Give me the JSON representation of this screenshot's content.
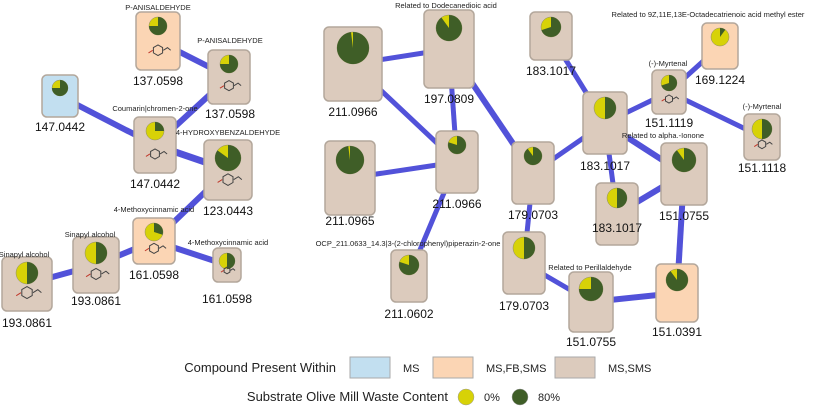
{
  "colors": {
    "MS": "#c2dff0",
    "MS,FB,SMS": "#fbd5b4",
    "MS,SMS": "#dccbbd",
    "pct_0": "#d7d207",
    "pct_80": "#3f5e27",
    "edge": "#5252d9"
  },
  "nodes": [
    {
      "id": "n1",
      "title": "P-ANISALDEHYDE",
      "mass": "137.0598",
      "group": "MS,FB,SMS",
      "green_fraction": 0.75,
      "structure": true
    },
    {
      "id": "n2",
      "title": "P-ANISALDEHYDE",
      "mass": "137.0598",
      "group": "MS,SMS",
      "green_fraction": 0.75,
      "structure": true
    },
    {
      "id": "n3",
      "title": "",
      "mass": "147.0442",
      "group": "MS",
      "green_fraction": 0.75,
      "structure": false
    },
    {
      "id": "n4",
      "title": "Coumarin|chromen-2-one",
      "mass": "147.0442",
      "group": "MS,SMS",
      "green_fraction": 0.25,
      "structure": true
    },
    {
      "id": "n5",
      "title": "4-HYDROXYBENZALDEHYDE",
      "mass": "123.0443",
      "group": "MS,SMS",
      "green_fraction": 0.85,
      "structure": true
    },
    {
      "id": "n6",
      "title": "4-Methoxycinnamic acid",
      "mass": "161.0598",
      "group": "MS,FB,SMS",
      "green_fraction": 0.3,
      "structure": true
    },
    {
      "id": "n7",
      "title": "4-Methoxycinnamic acid",
      "mass": "161.0598",
      "group": "MS,SMS",
      "green_fraction": 0.5,
      "structure": true
    },
    {
      "id": "n8",
      "title": "Sinapyl alcohol",
      "mass": "193.0861",
      "group": "MS,SMS",
      "green_fraction": 0.5,
      "structure": true
    },
    {
      "id": "n9",
      "title": "Sinapyl alcohol",
      "mass": "193.0861",
      "group": "MS,SMS",
      "green_fraction": 0.5,
      "structure": true
    },
    {
      "id": "n10",
      "title": "",
      "mass": "211.0966",
      "group": "MS,SMS",
      "green_fraction": 0.98,
      "structure": false
    },
    {
      "id": "n11",
      "title": "Related to Dodecanedioic acid",
      "mass": "197.0809",
      "group": "MS,SMS",
      "green_fraction": 0.9,
      "structure": false
    },
    {
      "id": "n12",
      "title": "",
      "mass": "211.0965",
      "group": "MS,SMS",
      "green_fraction": 0.98,
      "structure": false
    },
    {
      "id": "n13",
      "title": "",
      "mass": "211.0966",
      "group": "MS,SMS",
      "green_fraction": 0.8,
      "structure": false
    },
    {
      "id": "n14",
      "title": "OCP_211.0633_14.3|3-(2-chlorophenyl)piperazin-2-one",
      "mass": "211.0602",
      "group": "MS,SMS",
      "green_fraction": 0.8,
      "structure": false
    },
    {
      "id": "n15",
      "title": "",
      "mass": "183.1017",
      "group": "MS,SMS",
      "green_fraction": 0.7,
      "structure": false
    },
    {
      "id": "n16",
      "title": "",
      "mass": "179.0703",
      "group": "MS,SMS",
      "green_fraction": 0.9,
      "structure": false
    },
    {
      "id": "n17",
      "title": "",
      "mass": "183.1017",
      "group": "MS,SMS",
      "green_fraction": 0.5,
      "structure": false
    },
    {
      "id": "n18",
      "title": "",
      "mass": "179.0703",
      "group": "MS,SMS",
      "green_fraction": 0.5,
      "structure": false
    },
    {
      "id": "n19",
      "title": "Related to Perillaldehyde",
      "mass": "151.0755",
      "group": "MS,SMS",
      "green_fraction": 0.75,
      "structure": false
    },
    {
      "id": "n20",
      "title": "",
      "mass": "183.1017",
      "group": "MS,SMS",
      "green_fraction": 0.5,
      "structure": false
    },
    {
      "id": "n21",
      "title": "Related to alpha.-Ionone",
      "mass": "151.0755",
      "group": "MS,SMS",
      "green_fraction": 0.9,
      "structure": false
    },
    {
      "id": "n22",
      "title": "",
      "mass": "151.0391",
      "group": "MS,FB,SMS",
      "green_fraction": 0.9,
      "structure": false
    },
    {
      "id": "n23",
      "title": "(-)-Myrtenal",
      "mass": "151.1119",
      "group": "MS,SMS",
      "green_fraction": 0.7,
      "structure": true
    },
    {
      "id": "n24",
      "title": "Related to 9Z,11E,13E-Octadecatrienoic acid methyl ester",
      "mass": "169.1224",
      "group": "MS,FB,SMS",
      "green_fraction": 0.1,
      "structure": false
    },
    {
      "id": "n25",
      "title": "(-)-Myrtenal",
      "mass": "151.1118",
      "group": "MS,SMS",
      "green_fraction": 0.5,
      "structure": true
    }
  ],
  "edges": [
    [
      "n1",
      "n2"
    ],
    [
      "n3",
      "n4"
    ],
    [
      "n4",
      "n2"
    ],
    [
      "n4",
      "n5"
    ],
    [
      "n6",
      "n5"
    ],
    [
      "n6",
      "n7"
    ],
    [
      "n6",
      "n8"
    ],
    [
      "n8",
      "n9"
    ],
    [
      "n10",
      "n11"
    ],
    [
      "n10",
      "n13"
    ],
    [
      "n11",
      "n13"
    ],
    [
      "n12",
      "n13"
    ],
    [
      "n13",
      "n14"
    ],
    [
      "n11",
      "n16"
    ],
    [
      "n16",
      "n18"
    ],
    [
      "n18",
      "n19"
    ],
    [
      "n19",
      "n22"
    ],
    [
      "n16",
      "n17"
    ],
    [
      "n17",
      "n15"
    ],
    [
      "n17",
      "n21"
    ],
    [
      "n17",
      "n20"
    ],
    [
      "n20",
      "n21"
    ],
    [
      "n21",
      "n22"
    ],
    [
      "n17",
      "n23"
    ],
    [
      "n23",
      "n24"
    ],
    [
      "n23",
      "n25"
    ]
  ],
  "legend": {
    "compound_title": "Compound Present Within",
    "compound_items": [
      {
        "label": "MS",
        "key": "MS"
      },
      {
        "label": "MS,FB,SMS",
        "key": "MS,FB,SMS"
      },
      {
        "label": "MS,SMS",
        "key": "MS,SMS"
      }
    ],
    "substrate_title": "Substrate Olive Mill Waste Content",
    "substrate_items": [
      {
        "label": "0%",
        "key": "pct_0"
      },
      {
        "label": "80%",
        "key": "pct_80"
      }
    ]
  }
}
